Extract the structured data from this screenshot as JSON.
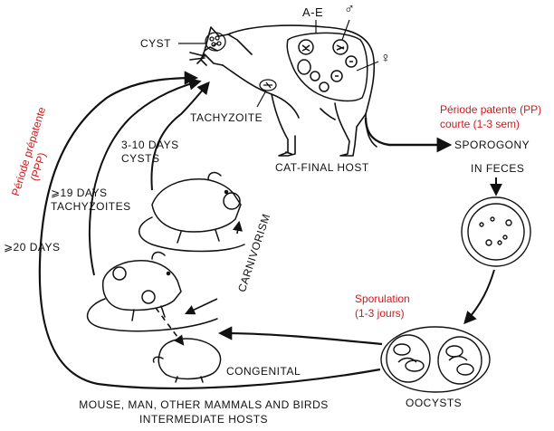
{
  "labels": {
    "cyst": "CYST",
    "a_e": "A-E",
    "male": "♂",
    "female": "♀",
    "tachyzoite": "TACHYZOITE",
    "cat_final_host": "CAT-FINAL HOST",
    "sporogony": "SPOROGONY",
    "in_feces": "IN FECES",
    "days_3_10": "3-10 DAYS",
    "cysts": "CYSTS",
    "days_19": "⩾19 DAYS",
    "tachyzoites": "TACHYZOITES",
    "days_20": "⩾20 DAYS",
    "carnivorism": "CARNIVORISM",
    "congenital": "CONGENITAL",
    "oocysts": "OOCYSTS",
    "intermediate_line1": "MOUSE, MAN, OTHER MAMMALS AND BIRDS",
    "intermediate_line2": "INTERMEDIATE HOSTS"
  },
  "annotations": {
    "ppp_line1": "Période prépatente",
    "ppp_line2": "(PPP)",
    "pp_line1": "Période patente (PP)",
    "pp_line2": "courte (1-3 sem)",
    "sporulation_line1": "Sporulation",
    "sporulation_line2": "(1-3 jours)"
  },
  "colors": {
    "line": "#111111",
    "annotation": "#d0191c",
    "background": "#ffffff"
  }
}
